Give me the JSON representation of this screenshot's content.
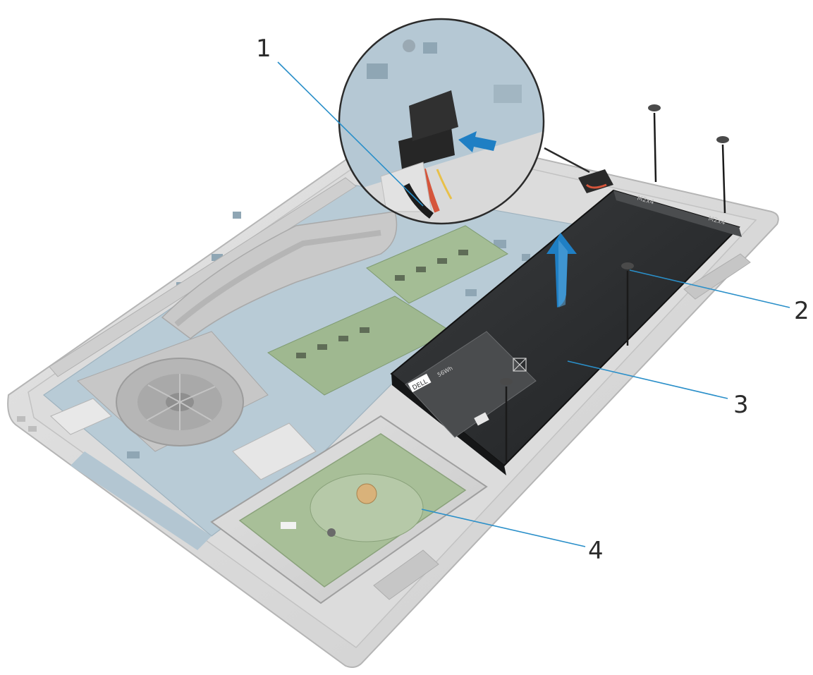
{
  "callouts": [
    {
      "id": "1",
      "label": "1"
    },
    {
      "id": "2",
      "label": "2"
    },
    {
      "id": "3",
      "label": "3"
    },
    {
      "id": "4",
      "label": "4"
    }
  ],
  "battery": {
    "brand_logo": "DELL",
    "capacity": "56Wh",
    "screw_mark_1": "M2x4",
    "screw_mark_2": "M2x4"
  },
  "colors": {
    "leader_line": "#2a8fc9",
    "arrow": "#1f7fc4",
    "battery": "#2d2f31",
    "board": "#b9cbd6",
    "chassis": "#d6d6d6"
  },
  "icons": [
    "lift-arrow-icon",
    "disconnect-arrow-icon",
    "screw-icon"
  ]
}
